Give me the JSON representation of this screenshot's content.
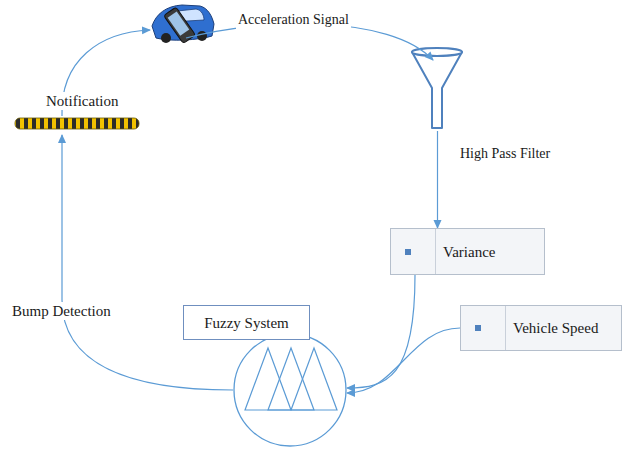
{
  "diagram": {
    "nodes": [
      {
        "text": [
          "High Pass Filter"
        ]
      },
      {
        "text": [
          "Variance"
        ]
      },
      {
        "text": [
          "Vehicle Speed"
        ]
      },
      {
        "text": [
          "Fuzzy System"
        ]
      }
    ],
    "edges": [
      {
        "from": 0,
        "to": 1,
        "arrow": "to"
      },
      {
        "from": 1,
        "to": 3,
        "arrow": "to"
      },
      {
        "from": 2,
        "to": 3,
        "arrow": "to"
      }
    ],
    "labels": [
      "Acceleration Signal",
      "Notification",
      "Bump Detection"
    ]
  }
}
